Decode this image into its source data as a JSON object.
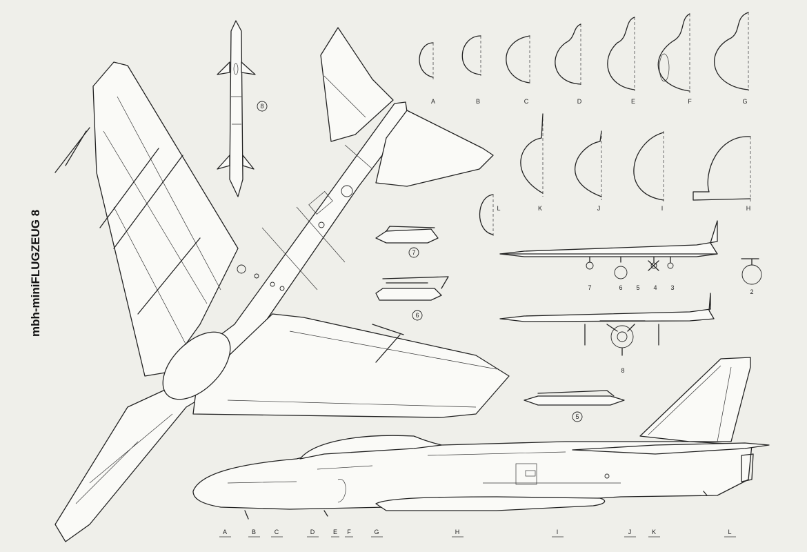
{
  "title": "mbh-miniFLUGZEUG 8",
  "section_labels_top": [
    "A",
    "B",
    "C",
    "D",
    "E",
    "F",
    "G"
  ],
  "section_labels_mid": [
    "L",
    "K",
    "J",
    "I",
    "H"
  ],
  "bottom_station_labels": [
    "A",
    "B",
    "C",
    "D",
    "E",
    "F",
    "G",
    "H",
    "I",
    "J",
    "K",
    "L"
  ],
  "store_numbers": [
    "7",
    "6",
    "5",
    "4",
    "3",
    "2"
  ],
  "front_view_number": "8",
  "circled_numbers": [
    "8",
    "7",
    "6",
    "5"
  ],
  "colors": {
    "paper": "#efefea",
    "ink": "#222222"
  }
}
